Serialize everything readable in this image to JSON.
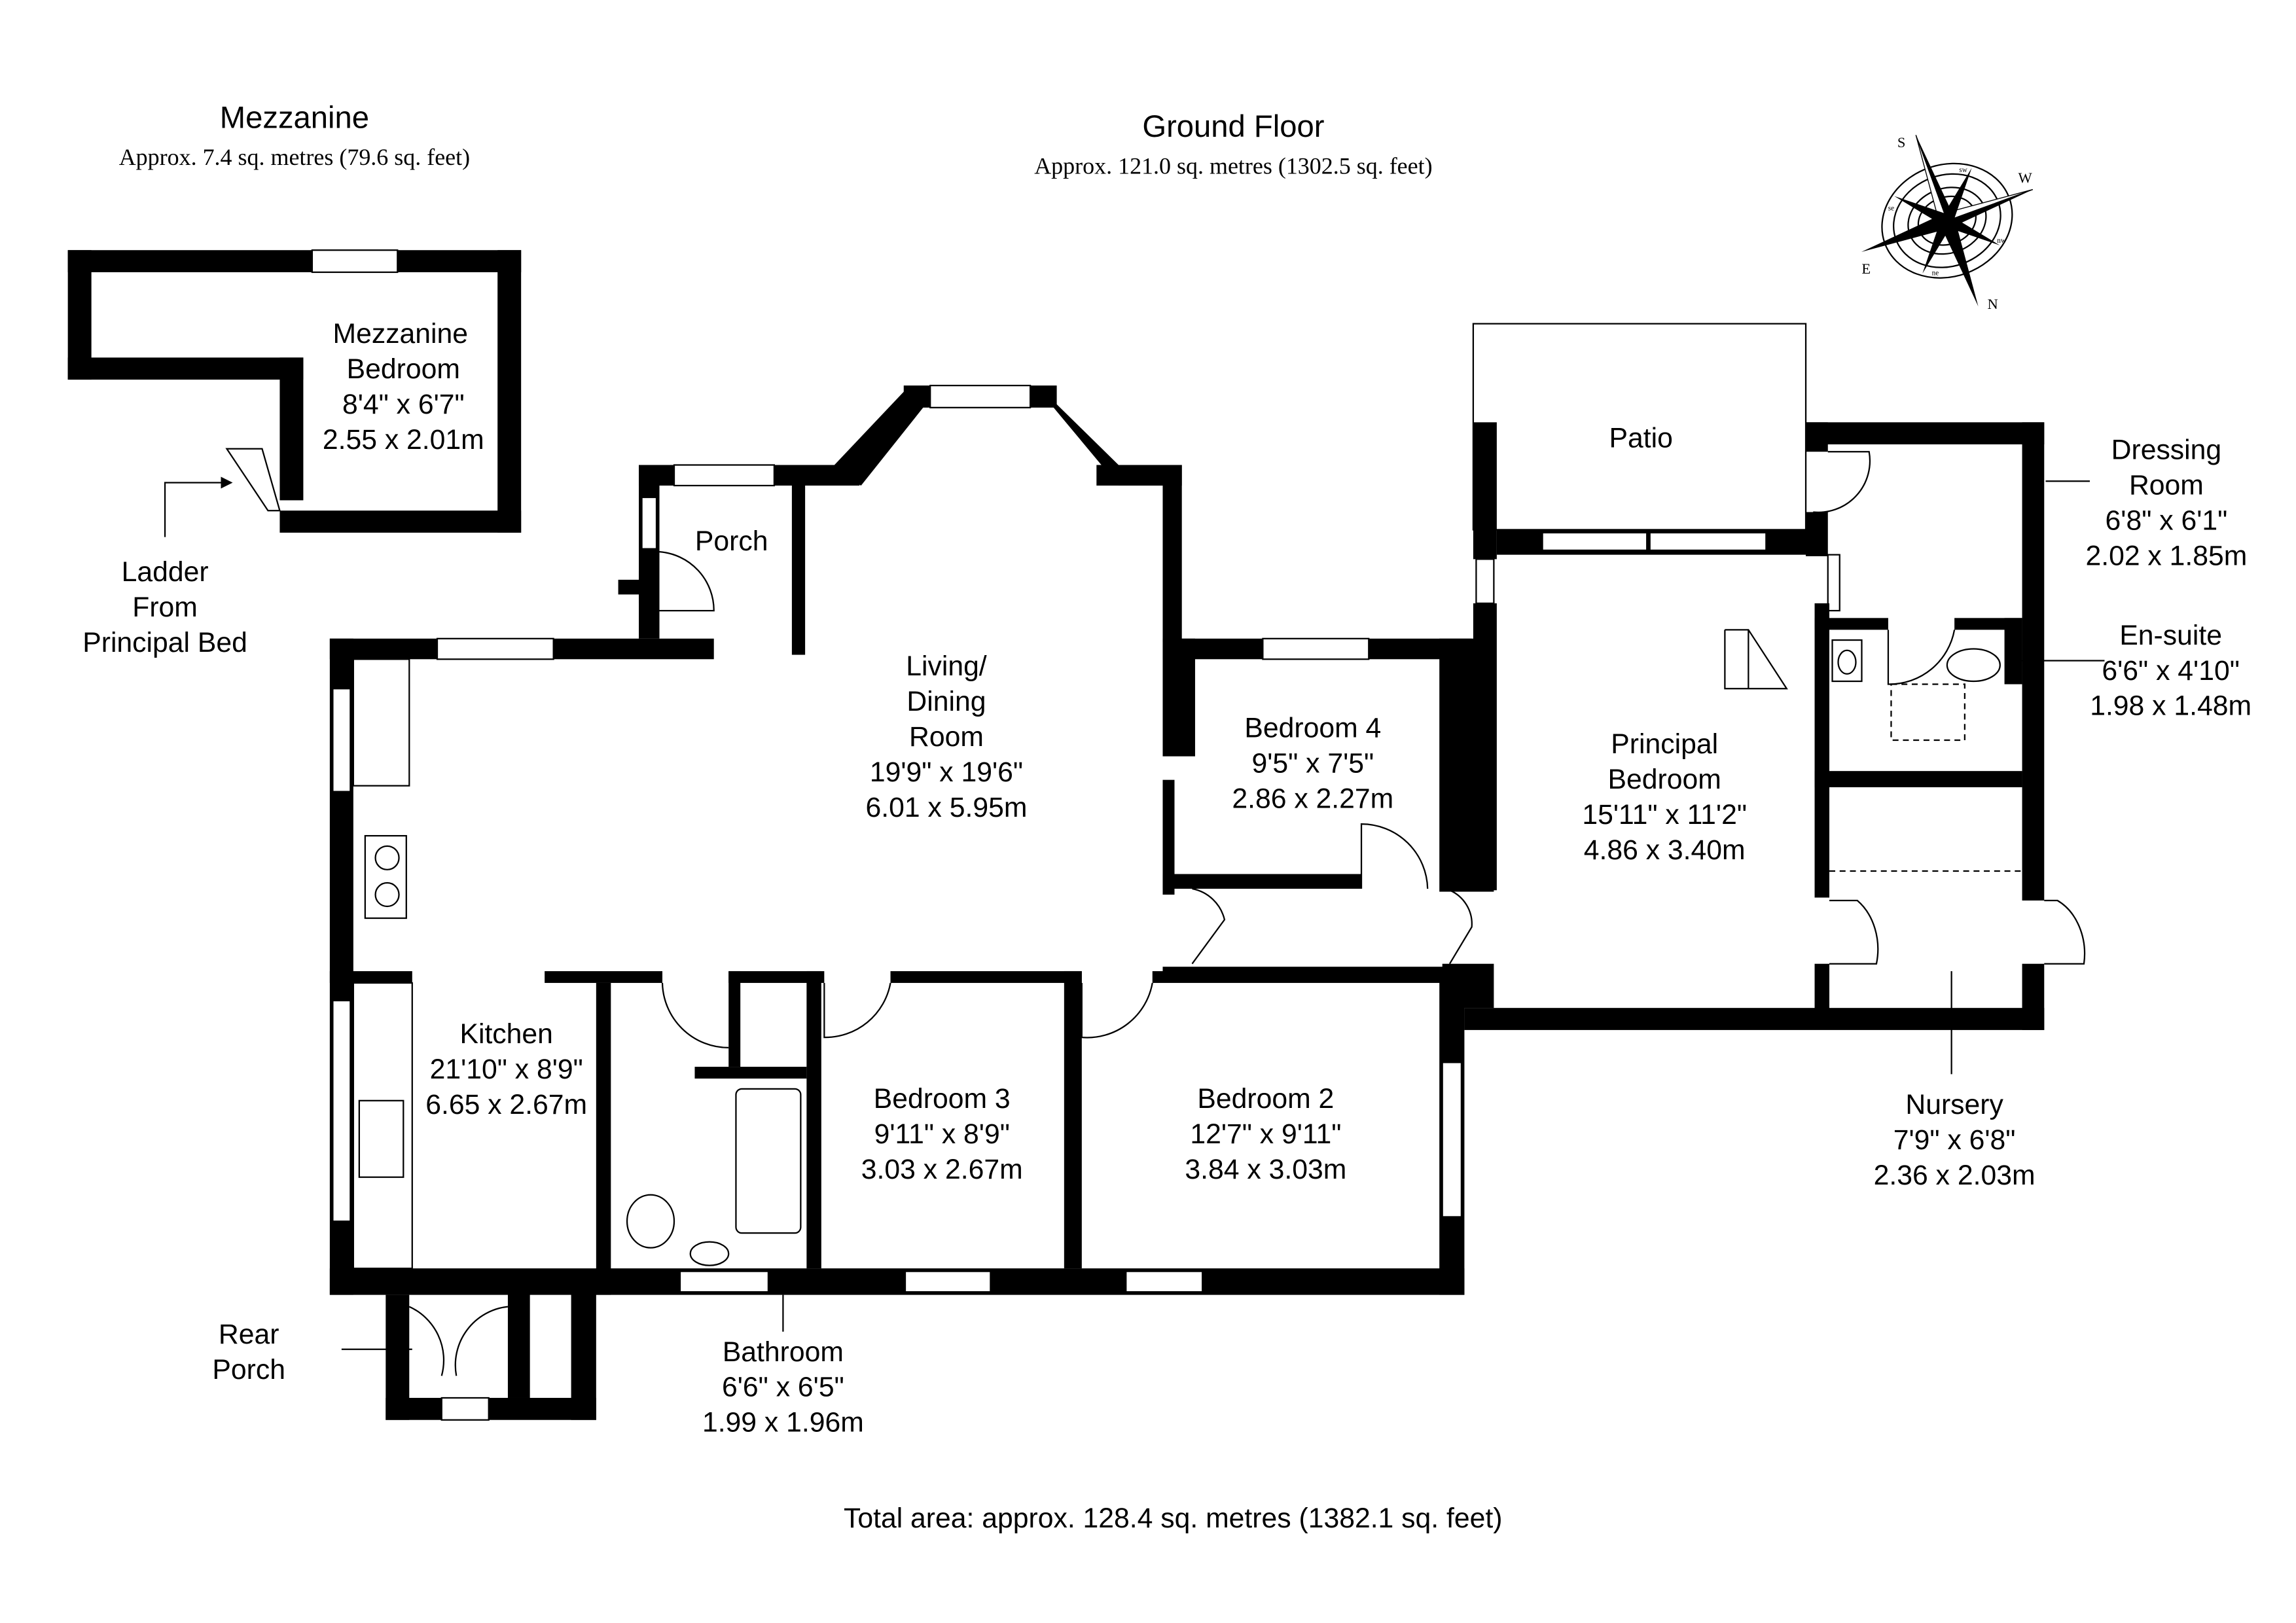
{
  "mezzanine": {
    "title": "Mezzanine",
    "area": "Approx. 7.4 sq. metres (79.6 sq. feet)"
  },
  "ground_floor": {
    "title": "Ground Floor",
    "area": "Approx. 121.0 sq. metres (1302.5 sq. feet)"
  },
  "total_area": "Total area: approx. 128.4 sq. metres (1382.1 sq. feet)",
  "compass": {
    "S": "S",
    "W": "W",
    "N": "N",
    "E": "E",
    "sw": "sw",
    "nw": "nw",
    "ne": "ne",
    "se": "se"
  },
  "rooms": {
    "mezzanine_bedroom": {
      "line1": "Mezzanine",
      "line2": "Bedroom",
      "imperial": "8'4\" x 6'7\"",
      "metric": "2.55 x 2.01m"
    },
    "living": {
      "line1": "Living/",
      "line2": "Dining",
      "line3": "Room",
      "imperial": "19'9\" x 19'6\"",
      "metric": "6.01 x 5.95m"
    },
    "bedroom4": {
      "line1": "Bedroom 4",
      "imperial": "9'5\" x 7'5\"",
      "metric": "2.86 x 2.27m"
    },
    "principal": {
      "line1": "Principal",
      "line2": "Bedroom",
      "imperial": "15'11\" x 11'2\"",
      "metric": "4.86 x 3.40m"
    },
    "dressing": {
      "line1": "Dressing",
      "line2": "Room",
      "imperial": "6'8\" x 6'1\"",
      "metric": "2.02 x 1.85m"
    },
    "ensuite": {
      "line1": "En-suite",
      "imperial": "6'6\" x 4'10\"",
      "metric": "1.98 x 1.48m"
    },
    "nursery": {
      "line1": "Nursery",
      "imperial": "7'9\" x 6'8\"",
      "metric": "2.36 x 2.03m"
    },
    "kitchen": {
      "line1": "Kitchen",
      "imperial": "21'10\" x 8'9\"",
      "metric": "6.65 x 2.67m"
    },
    "bedroom3": {
      "line1": "Bedroom 3",
      "imperial": "9'11\" x 8'9\"",
      "metric": "3.03 x 2.67m"
    },
    "bedroom2": {
      "line1": "Bedroom 2",
      "imperial": "12'7\" x 9'11\"",
      "metric": "3.84 x 3.03m"
    },
    "bathroom": {
      "line1": "Bathroom",
      "imperial": "6'6\" x 6'5\"",
      "metric": "1.99 x 1.96m"
    }
  },
  "labels": {
    "porch": "Porch",
    "patio": "Patio",
    "ladder": [
      "Ladder",
      "From",
      "Principal Bed"
    ],
    "rear_porch": [
      "Rear",
      "Porch"
    ]
  }
}
